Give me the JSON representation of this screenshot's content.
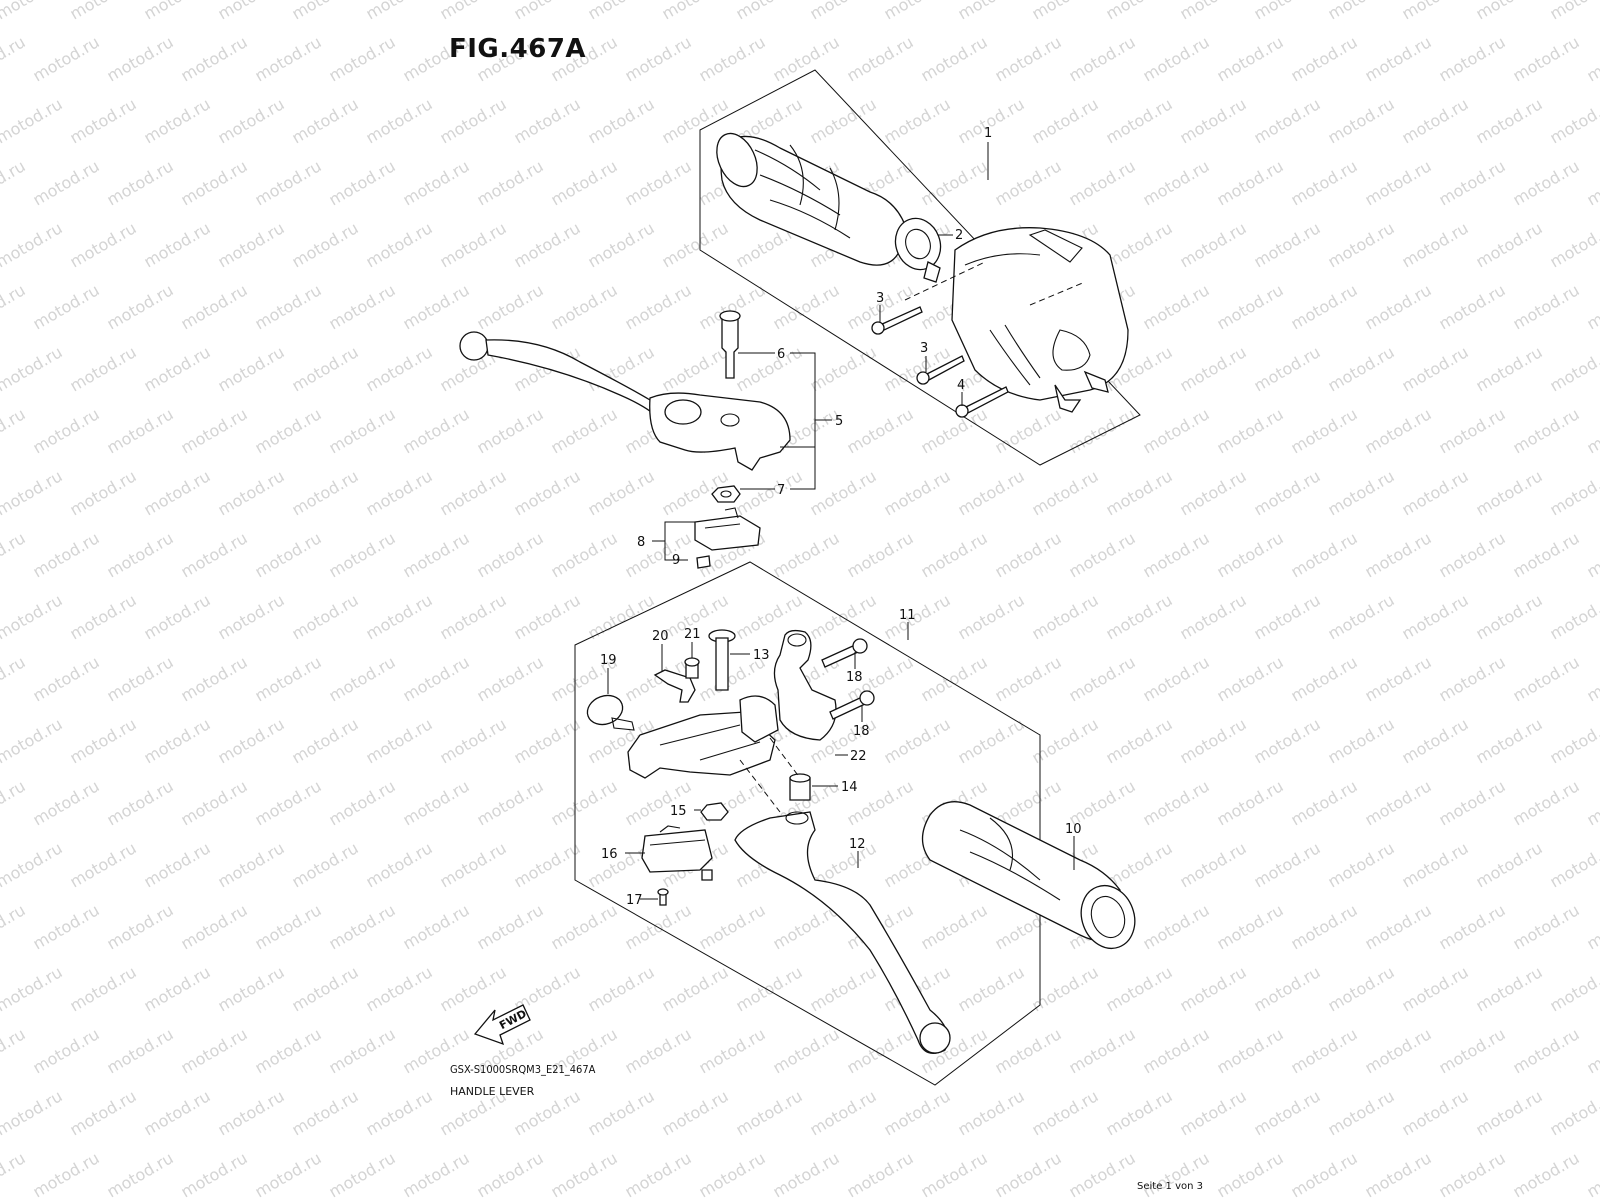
{
  "figure": {
    "title": "FIG.467A",
    "model_code": "GSX-S1000SRQM3_E21_467A",
    "name": "HANDLE LEVER",
    "page_info": "Seite 1 von 3",
    "watermark": "motod.ru",
    "fwd_label": "FWD"
  },
  "callouts": [
    "1",
    "2",
    "3",
    "3",
    "4",
    "5",
    "6",
    "7",
    "8",
    "9",
    "10",
    "11",
    "12",
    "13",
    "14",
    "15",
    "16",
    "17",
    "18",
    "18",
    "19",
    "20",
    "21",
    "22"
  ]
}
